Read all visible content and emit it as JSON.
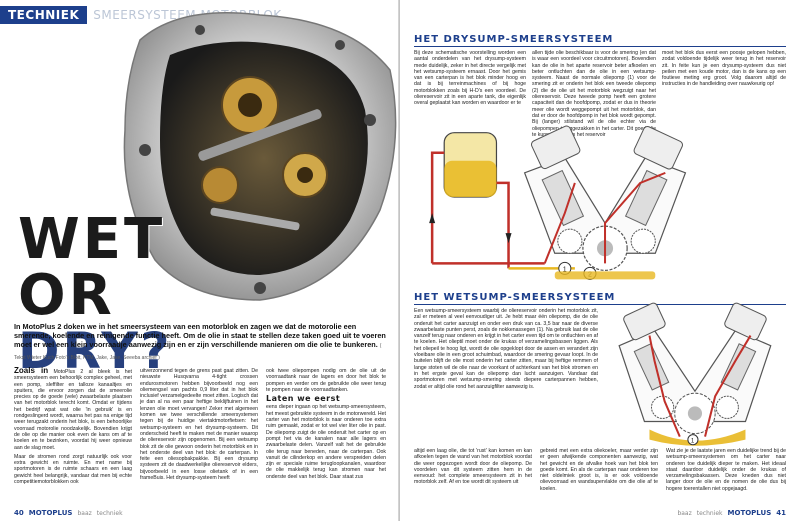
{
  "header": {
    "category": "TECHNIEK",
    "subcategory": "SMEERSYSTEEM MOTORBLOK"
  },
  "title": {
    "word1": "WET",
    "word2": "OR",
    "word3": "DRY?"
  },
  "intro": {
    "text": "In MotoPlus 2 doken we in het smeersysteem van een motorblok en zagen we dat de motorolie een smerende, koelende en reinigende functie heeft. Om de olie in staat te stellen deze taken goed uit te voeren moet er wel een klein voorraadje aanwezig zijn en er zijn verschillende manieren om die olie te bunkeren.",
    "credit": "( Tekst Wieter Kuch Foto's Bloit, KTM, Jake, Jake, Seeeba archief )"
  },
  "left_columns": {
    "col1_lead": "Zoals in",
    "col1_p1": "MotoPlus 2 al bleek is het smeersysteem een behoorlijk complex geheel, met een pomp, sleffilter en talloze kanaaltjes en spuiters, die ervoor zorgen dat de smeerolie precies op de goede (vele) zwaarbelaste plaatsen van het motorblok terecht komt. Omdat er tijdens het bedrijf wpat wat olie 'in gebruik' is en rondgeslingerd wordt, waarna het pas na enige tijd weer terugzakt onderin het blok, is een behoorlijke voorraad motorolie noodzakelijk. Bovendien krijgt de olie op die manier ook even de kans om af te koelen en te bezinken, voordat hij weer opnieuw aan de slag moet.",
    "col1_p2": "Maar de stromen rond zorgt natuurlijk ook voor extra gewicht en ruimte. En met name bij sportmotoren is de ruimte schaars en een laag gewicht heel belangrijk, vandaar dat men bij echte competitiemotorblokken ook",
    "col2_p1": "uitverzonnend tegen de grens past gaat zitten. De nieuwste Husqvarna 4-tight crossen endurosmotoren hebben bijvoorbeeld nog een oliemengsel van pachts 0,9 liter dat in het blok inclusief verzamelgedeelte moet zitten. Logisch dat je dan al na een paar heftige beklijftuinen in het lenzen olie moet vervangen! Zeker met algemeen komen we twee verschillende smeersystemen tegen bij de huidige viertaktmotorfietsen: het wetsump-systeem en het drysump-systeem. Dit onderscheid heeft te maken met de manier waarop de oliereservoir zijn opgenomen. Bij een wetsump blok zit de olie gewoon onderin het motorblok en in het onderste deel van het blok: de carterpan. In feite een oliesopbakpakkie. Bij een drysump systeem zit de daadwerkelijke oliereservoir elders, bijvoorbeeld in een losse olietank of in een frameBuis. Het drysump-systeem heeft",
    "col3_p1": "ook twee oliepompen nodig om de olie uit de voorraadtank naar de lagers en door het blok te pompen en verder om de gebruikte olie weer terug te pompen naar de voorraadtanken.",
    "col3_h": "Laten we eerst",
    "col3_p2": "eens dieper ingaan op het wetsump-smeersysteem, het meest gebruikte systeem in de motorwereld. Het carter van het motorblok is naar onderen toe extra ruim gemaakt, zodat er tot wel vier liter olie in past. De oliepomp zuigt de olie onderuit het carter op en pompt het via de kanalen naar alle lagers en zwaarbelaste delen. Vanzelf valt het de gebruikte olie terug naar beneden, naar de carterpan. Ook vanuit de cilinderkop en andere verspreiden delen zijn er speciale ruime terugloopkanalen, waardoor de olie makkelijk terug kan stromen naar het onderste deel van het blok. Daar staat zus"
  },
  "dry_section": {
    "heading": "HET DRYSUMP-SMEERSYSTEEM",
    "col1": "Bij deze schematische voorstelling worden een aantal onderdelen van het drysump-systeem mede duidelijk, zeker in het directe vergelijk met het wetsump-systeem ernaast. Door het gemis van een carterpan is het blok minder hoog en dat is bij terreinmachines of bij hoge motorblokken zoals bij H-D's een voordeel. De oliereservoir zit in een aparte tank, die eigenlijk overal geplaatst kan worden en waardoor er te",
    "col2": "allen tijde olie beschikbaar is voor de smering (en dat is waar een voordeel voor circuitmotoren). Bovendien kan de olie in het aparte reservoir beter afkoelen en beter ontluchten dan de olie in een wetsump-systeem. Naast de normale oliepomp (1) voor de smering zit er onderin het blok een tweede oliepomp (2) die de olie uit het motorblok wegzuigt naar het oliereservoir. Deze tweede pomp heeft een grotere capaciteit dan de hoofdpomp, zodat er dus in theorie meer olie wordt weggepompt uit het motorblok, dan dat er door de hoofdpomp in het blok wordt gepompt. Bij (langer) stilstand wil de olie echter via de oliepompen teruggezakken in het carter. Dit goed olie te kunnen peilen is het reservoir",
    "col3": "moet het blok dus eerst een poosje gelopen hebben, zodat voldoende tijdelijk weer terug in het reservoir zit. In feite kun je een drysump-systeem dus niet peilen met een koude motor, dan is de kans op een foutieve meting erg groot. Volg daarom altijd de instructies in de handleiding over nauwkeurig op!"
  },
  "wet_section": {
    "heading": "HET WETSUMP-SMEERSYSTEEM",
    "col1": "Een wetsump-smeersysteem waarbij de oliereservoir onderin het motorblok zit, zal er meteen al veel eenvoudiger uit. Je hebt maar één oliepomp, die de olie onderuit het carter aanzuigt en onder een druk van ca. 3,5 bar naar de diverse zwaarbelaste punten perst, zoals de nokkenassegen (1). Na gebruik laat de olie vanzelf terug naar onderen en krijgt in het carter even tijd om te ontluchten en af te koelen. Het olieptil moet onder de krukas of verzamelingsbassen liggen. Als het oliepeil te hoog ligt, wordt de olie opgeklopt door de assen en verandert zijn vloeibare olie in een groot schuimbad, waardoor de smering gevaar loopt. In de buitelen blijft de olie most onderin het carter zitten, maar bij heftige remmen of lange stoten wil de olie naar de voorkant of achterkant van het blok stromen en in het ergste geval kan de oliepomp dan lucht aanzuigen. Vandaar dat sportmotoren met wetsump-smering steeds diepere carterpannen hebben, zodat er altijd olie rond het aanzuigfilter aanwezig is."
  },
  "right_bottom": {
    "col1": "altijd een laag olie, die tot 'rust' kan komen en kan afkoelen tegen de wand van het motorblok voordat die weer opgezogen wordt door de oliepomp. De voordelen van dit systeem zitten hem in de eenvoud: het complete smeersysteem zit in het motorblok zelf. Af en toe wordt dit systeem uit",
    "col2": "gebreid met een extra oliekoeler, maar verder zijn er geen afwijkende componenten aanwezig, wat het gewicht en de afvalke hoek van het blok ten goede komt. En als de carterpan naar onderen toe niet oldelmiek groot is, is er ook voldoende olievoorraad en wandsupervlakte om die olie af te koelen.",
    "col3": "Wat zie je de laatste jaren een duidelijke trend bij de wetsump-smeersystemen om het carter naar onderen toe duidelijk dieper te maken. Het ideaal staat daardoor duidelijk onder de krukas of verzamelingsbakassen. Deze kneden dus niet langer door de olie en de nomen de olie dus bij hogere toerentallen niet opgejaagd."
  },
  "footer_left": {
    "page": "40",
    "brand": "MOTOPLUS",
    "issue": "baaz",
    "section": "techniek"
  },
  "footer_right": {
    "issue": "baaz",
    "section": "techniek",
    "brand": "MOTOPLUS",
    "page": "41"
  },
  "colors": {
    "accent": "#1d3f8c",
    "oil_yellow": "#e8b820",
    "oil_red": "#c0302a"
  }
}
